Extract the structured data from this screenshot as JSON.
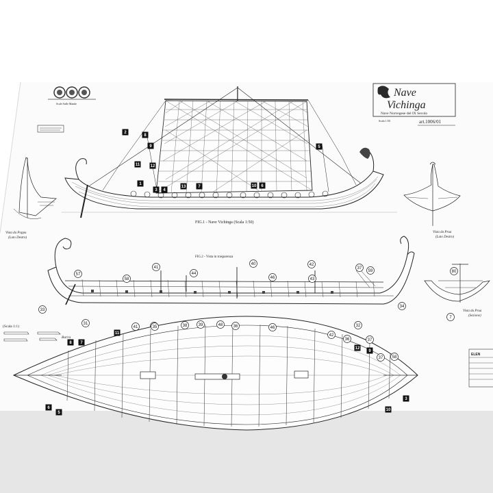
{
  "title_block": {
    "title_line1": "Nave",
    "title_line2": "Vichinga",
    "subtitle": "Nave Norvegese del IX Secolo",
    "scale_note": "Scala 1:50",
    "article_code": "art.1006/01",
    "brand_caption": "Scale Sulle Mande"
  },
  "figures": {
    "fig1_caption": "FIG.1 - Nave Vichinga (Scala 1:50)",
    "fig2_caption": "FIG.2 - Vista in trasparenza",
    "stern_view": "Vista da Poppa\n(Lato Destro)",
    "bow_view": "Vista da Prua\n(Lato Destro)",
    "bow_section": "Vista da Prua\n(Sezione)",
    "half_scale": "(Scala 1:1)",
    "barra_label": "Barra",
    "elenco_label": "ELEN"
  },
  "fig1_tags": [
    "2",
    "8",
    "9",
    "11",
    "12",
    "1",
    "3",
    "4",
    "13",
    "7",
    "10",
    "6",
    "5"
  ],
  "fig2_circles": [
    "41",
    "40",
    "42",
    "37",
    "57",
    "58",
    "44",
    "46",
    "43",
    "33",
    "31",
    "34",
    "32",
    "38",
    "39",
    "35",
    "48",
    "36",
    "59"
  ],
  "fig2_right_circles": [
    "80",
    "7"
  ],
  "plan_circles": [
    "41",
    "35",
    "38",
    "39",
    "48",
    "36",
    "46",
    "42",
    "36",
    "37",
    "37",
    "58"
  ],
  "plan_tags": [
    "11",
    "8",
    "7",
    "12",
    "9",
    "3",
    "6",
    "10",
    "5"
  ]
}
